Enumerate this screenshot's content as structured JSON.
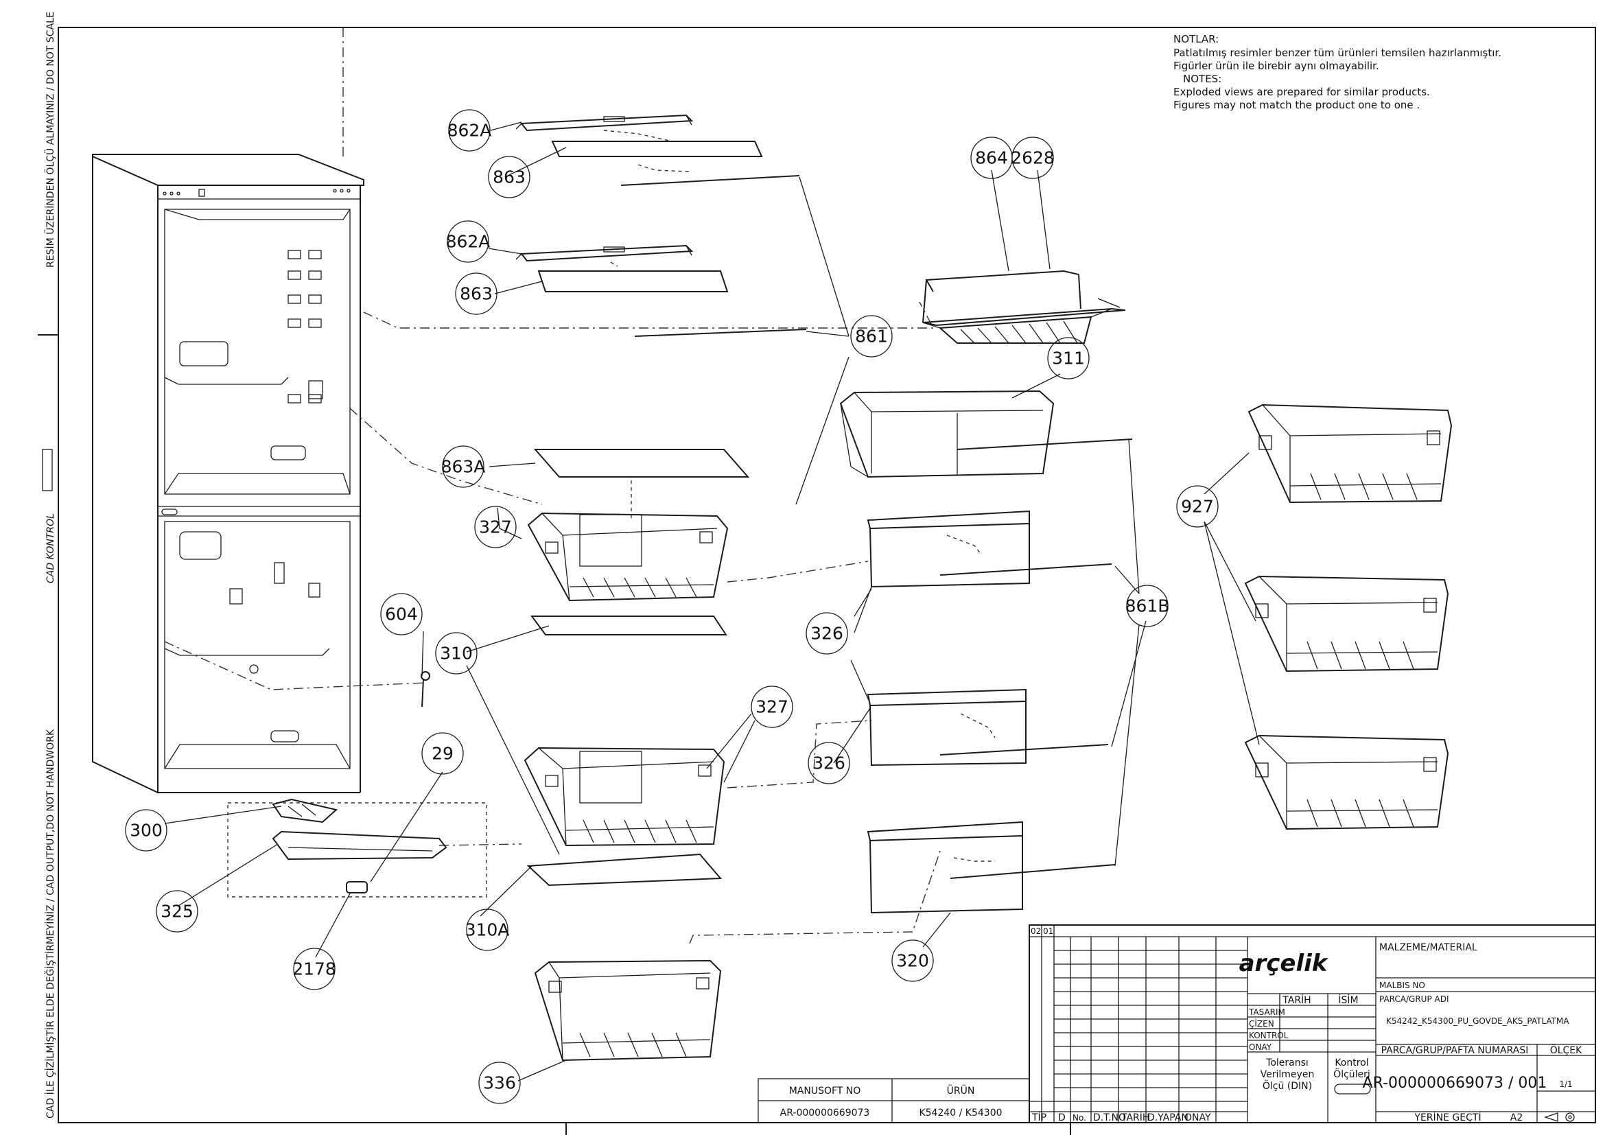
{
  "notes": {
    "title": "NOTLAR:",
    "tr_line1": "Patlatılmış resimler benzer tüm ürünleri temsilen hazırlanmıştır.",
    "tr_line2": "Figürler ürün ile birebir aynı olmayabilir.",
    "en_title": "NOTES:",
    "en_line1": "Exploded views are prepared for similar products.",
    "en_line2": "Figures may not match the product one to one ."
  },
  "side_text": {
    "top": "RESİM ÜZERİNDEN ÖLÇÜ ALMAYINIZ / DO NOT SCALE",
    "middle": "CAD KONTROL",
    "bottom": "CAD İLE ÇİZİLMİŞTİR ELDE DEĞİŞTİRMEYİNİZ / CAD OUTPUT,DO NOT HANDWORK"
  },
  "parts": {
    "p862a_1": "862A",
    "p863_1": "863",
    "p862a_2": "862A",
    "p863_2": "863",
    "p864": "864",
    "p2628": "2628",
    "p861": "861",
    "p311": "311",
    "p863a": "863A",
    "p327_1": "327",
    "p927": "927",
    "p604": "604",
    "p310": "310",
    "p326_1": "326",
    "p861b": "861B",
    "p327_2": "327",
    "p326_2": "326",
    "p29": "29",
    "p300": "300",
    "p325": "325",
    "p310a": "310A",
    "p2178": "2178",
    "p320": "320",
    "p336": "336"
  },
  "title_block": {
    "rev_a": "02",
    "rev_b": "01",
    "brand": "arçelik",
    "material_label": "MALZEME/MATERIAL",
    "malbis_label": "MALBIS NO",
    "part_group_label": "PARCA/GRUP ADI",
    "part_group_value": "K54242_K54300_PU_GOVDE_AKS_PATLATMA",
    "tarih": "TARİH",
    "isim": "İSİM",
    "tasarim": "TASARIM",
    "cizen": "ÇİZEN",
    "kontrol": "KONTROL",
    "onay": "ONAY",
    "tolerance_1": "Toleransı",
    "tolerance_2": "Verilmeyen",
    "tolerance_3": "Ölçü (DIN)",
    "kontrol_olc_1": "Kontrol",
    "kontrol_olc_2": "Ölçüleri",
    "pafta_label": "PARCA/GRUP/PAFTA NUMARASI",
    "olcek_label": "ÖLÇEK",
    "scale_value": "1/1",
    "drawing_number": "AR-000000669073 / 001",
    "yerine_gecti": "YERİNE GEÇTİ",
    "sheet_size": "A2",
    "manusoft_label": "MANUSOFT NO",
    "manusoft_value": "AR-000000669073",
    "urun_label": "ÜRÜN",
    "urun_value": "K54240 / K54300",
    "col_tip": "TİP",
    "col_d": "D",
    "col_no": "No.",
    "col_dtno": "D.T.NO.",
    "col_tarih": "TARİH",
    "col_dyapan": "D.YAPAN",
    "col_onay": "ONAY",
    "dots": "."
  }
}
